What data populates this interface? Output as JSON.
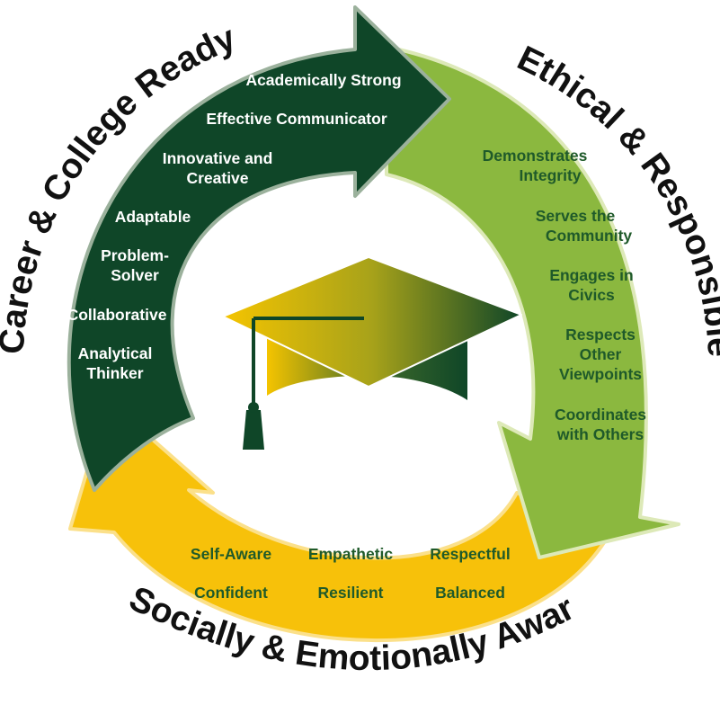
{
  "sections": {
    "career": {
      "title": "Career & College Ready",
      "color_dark": "#0f4628",
      "items": [
        "Academically Strong",
        "Effective Communicator",
        "Innovative and",
        "Creative",
        "Adaptable",
        "Problem-",
        "Solver",
        "Collaborative",
        "Analytical",
        "Thinker"
      ]
    },
    "ethical": {
      "title": "Ethical & Responsible",
      "color": "#8bb83f",
      "items": [
        "Demonstrates",
        "Integrity",
        "Serves the",
        "Community",
        "Engages in",
        "Civics",
        "Respects",
        "Other",
        "Viewpoints",
        "Coordinates",
        "with Others"
      ]
    },
    "social": {
      "title": "Socially & Emotionally Aware",
      "color": "#f7c10a",
      "items": [
        "Self-Aware",
        "Empathetic",
        "Respectful",
        "Confident",
        "Resilient",
        "Balanced"
      ]
    }
  },
  "center_icon": "graduation-cap-icon"
}
